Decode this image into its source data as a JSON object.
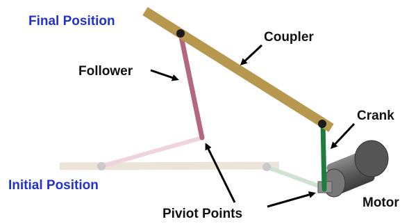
{
  "diagram": {
    "labels": {
      "final_position": "Final Position",
      "initial_position": "Initial Position",
      "coupler": "Coupler",
      "follower": "Follower",
      "crank": "Crank",
      "pivot_points": "Piviot Points",
      "motor": "Motor"
    },
    "colors": {
      "position_label": "#2233cc",
      "label_text": "#111111",
      "coupler": "#b8974f",
      "coupler_faded": "#ece4d6",
      "follower": "#b4687f",
      "follower_faded": "#efd3dd",
      "crank": "#1e7d3e",
      "crank_faded": "#cfe3d4",
      "pivot": "#1a1a1a",
      "pivot_faded": "#c9c9c9",
      "motor_body": "#6b6b6b",
      "motor_dark": "#404040",
      "arrow": "#000000"
    }
  }
}
